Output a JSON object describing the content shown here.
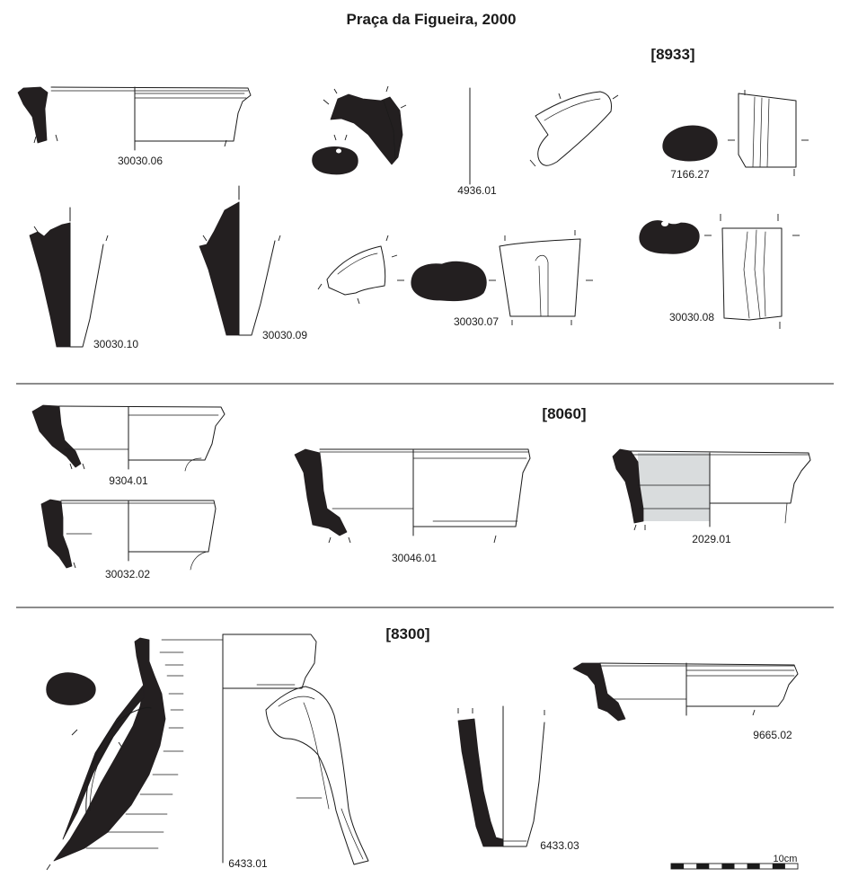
{
  "plate": {
    "title": "Praça da Figueira, 2000"
  },
  "contexts": [
    {
      "id": "ctx-8933",
      "label": "[8933]"
    },
    {
      "id": "ctx-8060",
      "label": "[8060]"
    },
    {
      "id": "ctx-8300",
      "label": "[8300]"
    }
  ],
  "specimens": [
    "30030.06",
    "4936.01",
    "7166.27",
    "30030.10",
    "30030.09",
    "30030.07",
    "30030.08",
    "9304.01",
    "30032.02",
    "30046.01",
    "2029.01",
    "6433.01",
    "6433.03",
    "9665.02"
  ],
  "scale": {
    "label": "10cm",
    "segments": 10
  },
  "colors": {
    "section_fill": "#231f20",
    "line": "#1a1a1a",
    "slip_fill": "#d9dcdd"
  }
}
